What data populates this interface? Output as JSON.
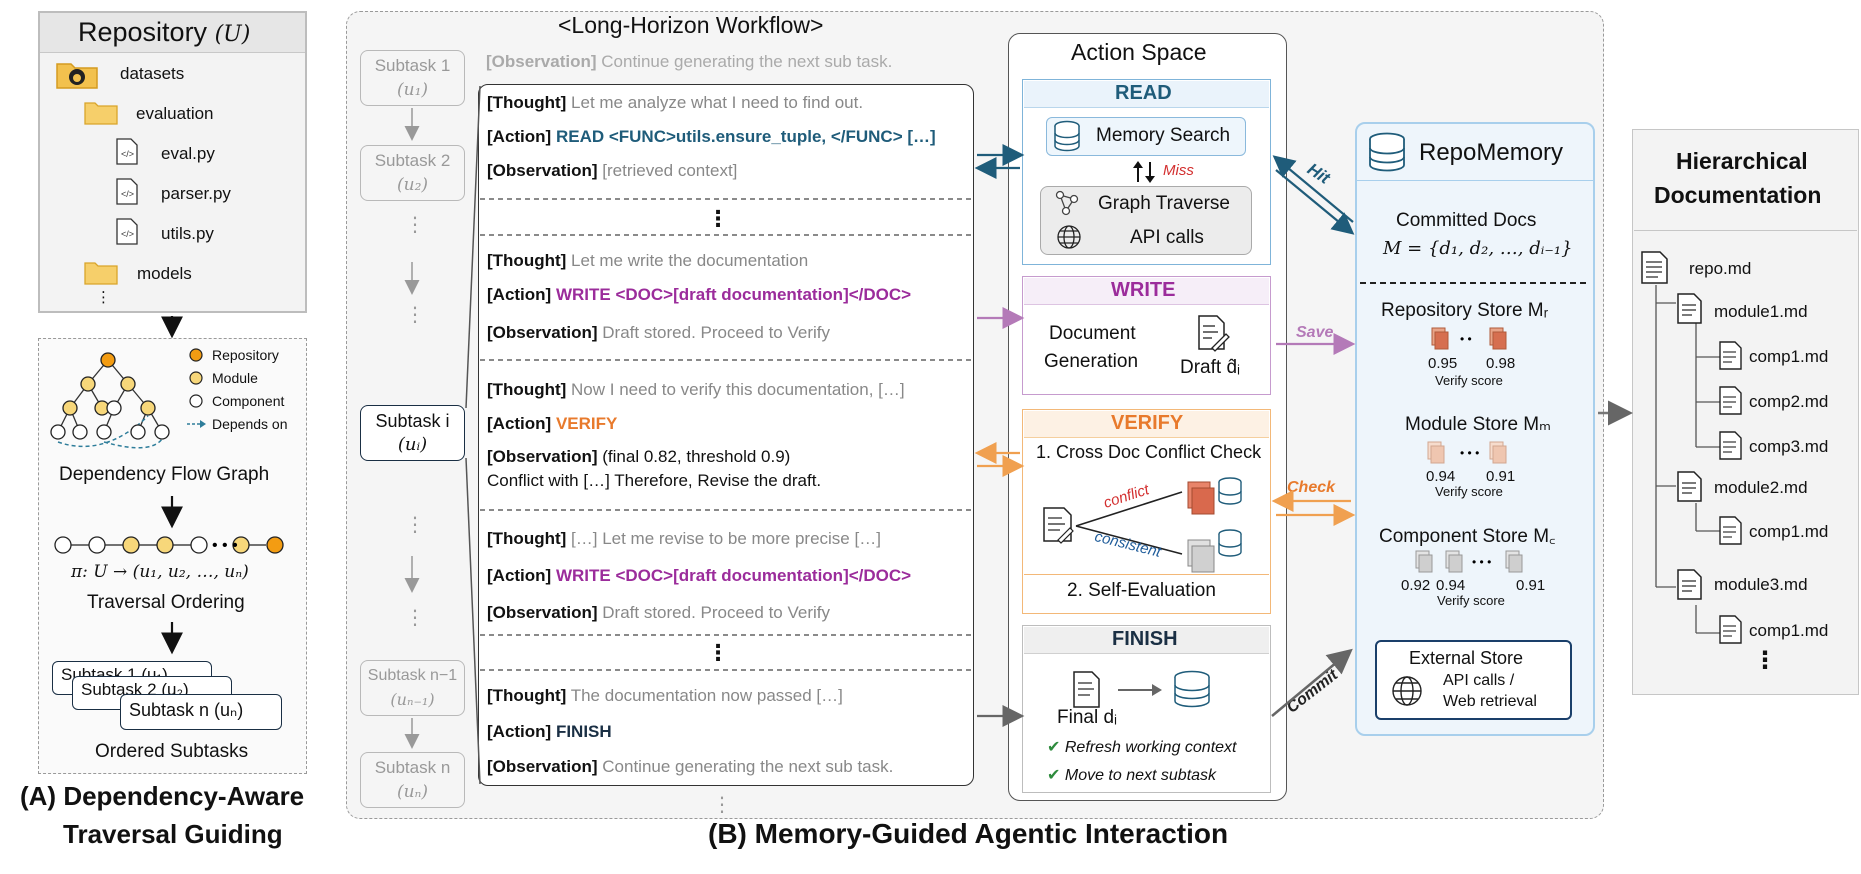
{
  "panelA": {
    "caption_line1": "(A) Dependency-Aware",
    "caption_line2": "Traversal Guiding",
    "repo": {
      "title": "Repository",
      "title_symbol": "(U)",
      "items": [
        "datasets",
        "evaluation",
        "eval.py",
        "parser.py",
        "utils.py",
        "models",
        "⋮"
      ]
    },
    "graph": {
      "label": "Dependency Flow Graph",
      "legend": [
        "Repository",
        "Module",
        "Component",
        "Depends on"
      ]
    },
    "ordering": {
      "formula": "π: U → (u₁, u₂, …, uₙ)",
      "label": "Traversal Ordering"
    },
    "subtasks": {
      "cards": [
        "Subtask 1 (u₁)",
        "Subtask 2 (u₂)",
        "Subtask n (uₙ)"
      ],
      "label": "Ordered Subtasks"
    }
  },
  "panelB": {
    "caption": "(B) Memory-Guided Agentic Interaction",
    "title": "<Long-Horizon Workflow>",
    "sidebar": {
      "s1": [
        "Subtask 1",
        "(u₁)"
      ],
      "s2": [
        "Subtask 2",
        "(u₂)"
      ],
      "si": [
        "Subtask i",
        "(uᵢ)"
      ],
      "sn1": [
        "Subtask n−1",
        "(uₙ₋₁)"
      ],
      "sn": [
        "Subtask n",
        "(uₙ)"
      ],
      "dots": "⋮"
    },
    "top_obs": {
      "tag": "[Observation]",
      "text": "Continue generating the next sub task."
    },
    "log": {
      "g1": {
        "thought_tag": "[Thought]",
        "thought": "Let me analyze what I need to find out.",
        "action_tag": "[Action]",
        "action": "READ <FUNC>utils.ensure_tuple, </FUNC> […]",
        "obs_tag": "[Observation]",
        "obs": "[retrieved  context]"
      },
      "dots": "⋮",
      "g2": {
        "thought_tag": "[Thought]",
        "thought": "Let me write the documentation",
        "action_tag": "[Action]",
        "action": "WRITE <DOC>[draft documentation]</DOC>",
        "obs_tag": "[Observation]",
        "obs": "Draft stored.  Proceed to Verify"
      },
      "g3": {
        "thought_tag": "[Thought]",
        "thought": "Now I need to verify this documentation, […]",
        "action_tag": "[Action]",
        "action": "VERIFY",
        "obs_tag": "[Observation]",
        "obs": "(final 0.82, threshold 0.9)",
        "obs2": "Conflict with […] Therefore,  Revise the draft."
      },
      "g4": {
        "thought_tag": "[Thought]",
        "thought": "[…] Let me revise to be more precise […]",
        "action_tag": "[Action]",
        "action": "WRITE <DOC>[draft documentation]</DOC>",
        "obs_tag": "[Observation]",
        "obs": "Draft stored.  Proceed to Verify"
      },
      "g5": {
        "thought_tag": "[Thought]",
        "thought": "The documentation now passed […]",
        "action_tag": "[Action]",
        "action": "FINISH",
        "obs_tag": "[Observation]",
        "obs": "Continue generating the next sub task."
      }
    },
    "action_space": {
      "title": "Action Space",
      "read": {
        "title": "READ",
        "memory_search": "Memory Search",
        "miss": "Miss",
        "graph_traverse": "Graph Traverse",
        "api_calls": "API calls"
      },
      "write": {
        "title": "WRITE",
        "gen1": "Document",
        "gen2": "Generation",
        "draft": "Draft d̂ᵢ"
      },
      "verify": {
        "title": "VERIFY",
        "check1": "1. Cross Doc Conflict Check",
        "conflict": "conflict",
        "consistent": "consistent",
        "check2": "2. Self-Evaluation"
      },
      "finish": {
        "title": "FINISH",
        "final": "Final dᵢ",
        "refresh": "Refresh working context",
        "move": "Move to next subtask"
      }
    },
    "arrow_labels": {
      "hit": "Hit",
      "save": "Save",
      "check": "Check",
      "commit": "Commit"
    },
    "repomemory": {
      "title": "RepoMemory",
      "committed_title": "Committed Docs",
      "committed_formula": "M = {d₁, d₂, …, dᵢ₋₁}",
      "repo_store": {
        "title": "Repository Store Mᵣ",
        "scores": [
          "0.95",
          "0.98"
        ],
        "label": "Verify score"
      },
      "module_store": {
        "title": "Module Store Mₘ",
        "scores": [
          "0.94",
          "0.91"
        ],
        "label": "Verify score"
      },
      "component_store": {
        "title": "Component Store M꜀",
        "scores": [
          "0.92",
          "0.94",
          "0.91"
        ],
        "label": "Verify score"
      },
      "external": {
        "title": "External Store",
        "line1": "API calls /",
        "line2": "Web retrieval"
      }
    }
  },
  "hier": {
    "title1": "Hierarchical",
    "title2": "Documentation",
    "files": [
      "repo.md",
      "module1.md",
      "comp1.md",
      "comp2.md",
      "comp3.md",
      "module2.md",
      "comp1.md",
      "module3.md",
      "comp1.md"
    ],
    "dots": "⋮"
  },
  "colors": {
    "read": "#1f5c7a",
    "write": "#9b2c9b",
    "verify": "#e87a2c",
    "save": "#b47ab8",
    "check": "#f0a050",
    "memory_bg": "#eef5fb",
    "memory_border": "#9ec7e8",
    "panel_bg": "#f4f4f4",
    "node_repo": "#f39c12",
    "node_module": "#f7d77a"
  }
}
